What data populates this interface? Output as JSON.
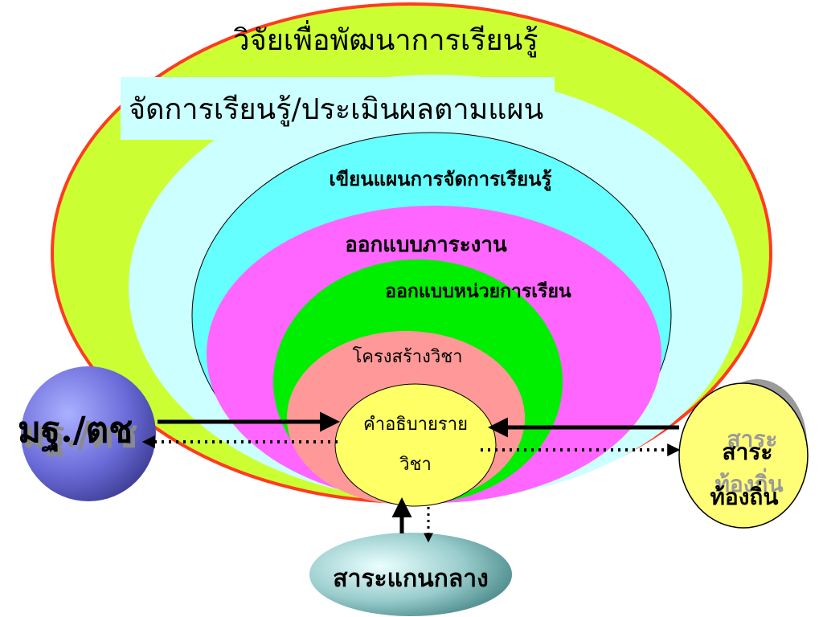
{
  "layers": {
    "research": "วิจัยเพื่อพัฒนาการเรียนรู้",
    "manage_assess": "จัดการเรียนรู้/ประเมินผลตามแผน",
    "write_plan": "เขียนแผนการจัดการเรียนรู้",
    "design_tasks": "ออกแบบภาระงาน",
    "design_units": "ออกแบบหน่วยการเรียน",
    "course_structure": "โครงสร้างวิชา",
    "course_description_line1": "คำอธิบายราย",
    "course_description_line2": "วิชา"
  },
  "inputs": {
    "standards": "มฐ./ตช",
    "local_content_line1": "สาระ",
    "local_content_line2": "ท้องถิ่น",
    "core_content": "สาระแกนกลาง"
  },
  "colors": {
    "outer_border": "#ff3b1f",
    "outer_fill": "#ccff33",
    "manage_fill": "#ccffff",
    "plan_fill": "#66ffff",
    "tasks_fill": "#ff66ff",
    "units_fill": "#00ee00",
    "structure_fill": "#ff9999",
    "description_fill": "#ffff66",
    "standards_fill": "#6666cc",
    "local_fill": "#ffff77",
    "core_fill": "#99cccc"
  }
}
